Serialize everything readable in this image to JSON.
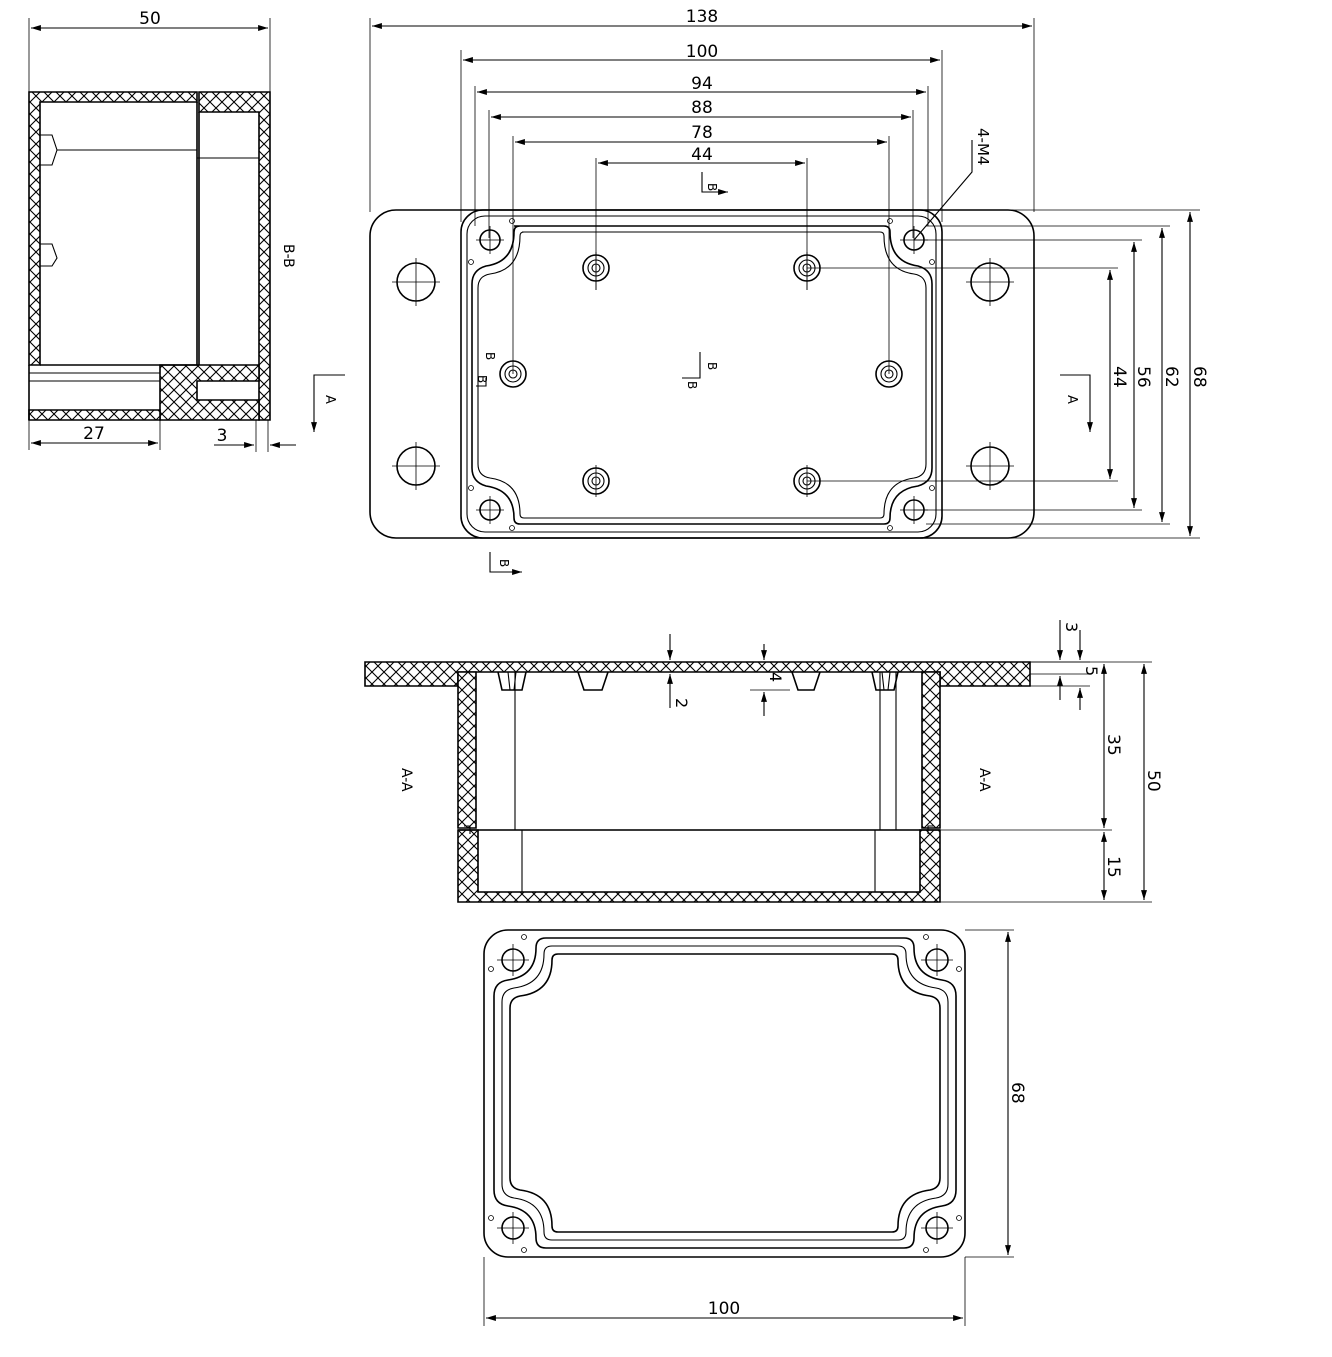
{
  "drawing": {
    "top_view": {
      "dims": {
        "overall_width": "138",
        "box_width": "100",
        "inner_94": "94",
        "inner_88": "88",
        "inner_78": "78",
        "boss_44": "44",
        "h68": "68",
        "h62": "62",
        "h56": "56",
        "h44": "44"
      },
      "callout": "4-M4",
      "section_mark_b": "B",
      "section_mark_a": "A"
    },
    "side_section": {
      "label": "B-B",
      "dims": {
        "depth": "50",
        "d27": "27",
        "d3": "3"
      },
      "arrow_label": "A"
    },
    "front_section": {
      "label_left": "A-A",
      "label_right": "A-A",
      "dims": {
        "d3": "3",
        "d5": "5",
        "d2": "2",
        "d4": "4",
        "d35": "35",
        "d15": "15",
        "d50": "50"
      }
    },
    "lid_view": {
      "dims": {
        "width": "100",
        "height": "68"
      }
    }
  }
}
